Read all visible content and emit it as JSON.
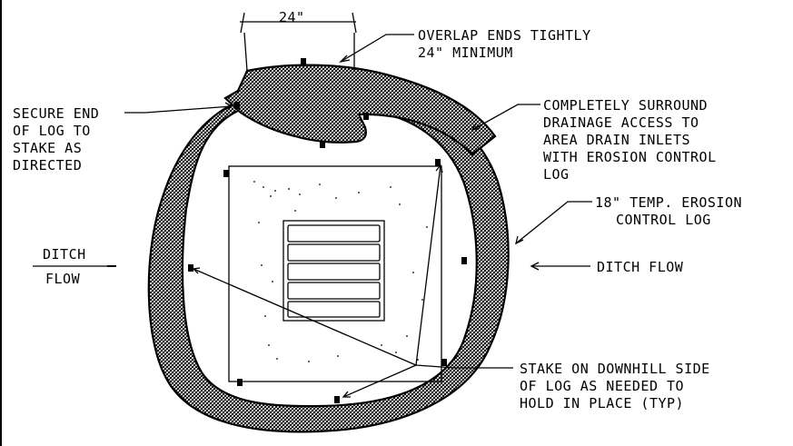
{
  "labels": {
    "dimension": "24\"",
    "overlap": [
      "OVERLAP ENDS TIGHTLY",
      "24\" MINIMUM"
    ],
    "secure_end": [
      "SECURE END",
      "OF LOG TO",
      "STAKE AS",
      "DIRECTED"
    ],
    "surround": [
      "COMPLETELY SURROUND",
      "DRAINAGE ACCESS TO",
      "AREA DRAIN INLETS",
      "WITH EROSION CONTROL",
      "LOG"
    ],
    "erosion_log": [
      "18\" TEMP. EROSION",
      "CONTROL LOG"
    ],
    "ditch_flow_left": [
      "DITCH",
      "FLOW"
    ],
    "ditch_flow_right": "DITCH FLOW",
    "stake_note": [
      "STAKE ON DOWNHILL SIDE",
      "OF LOG AS NEEDED TO",
      "HOLD IN PLACE (TYP)"
    ]
  },
  "colors": {
    "line": "#000000",
    "hatch": "#000000",
    "background": "#ffffff"
  }
}
